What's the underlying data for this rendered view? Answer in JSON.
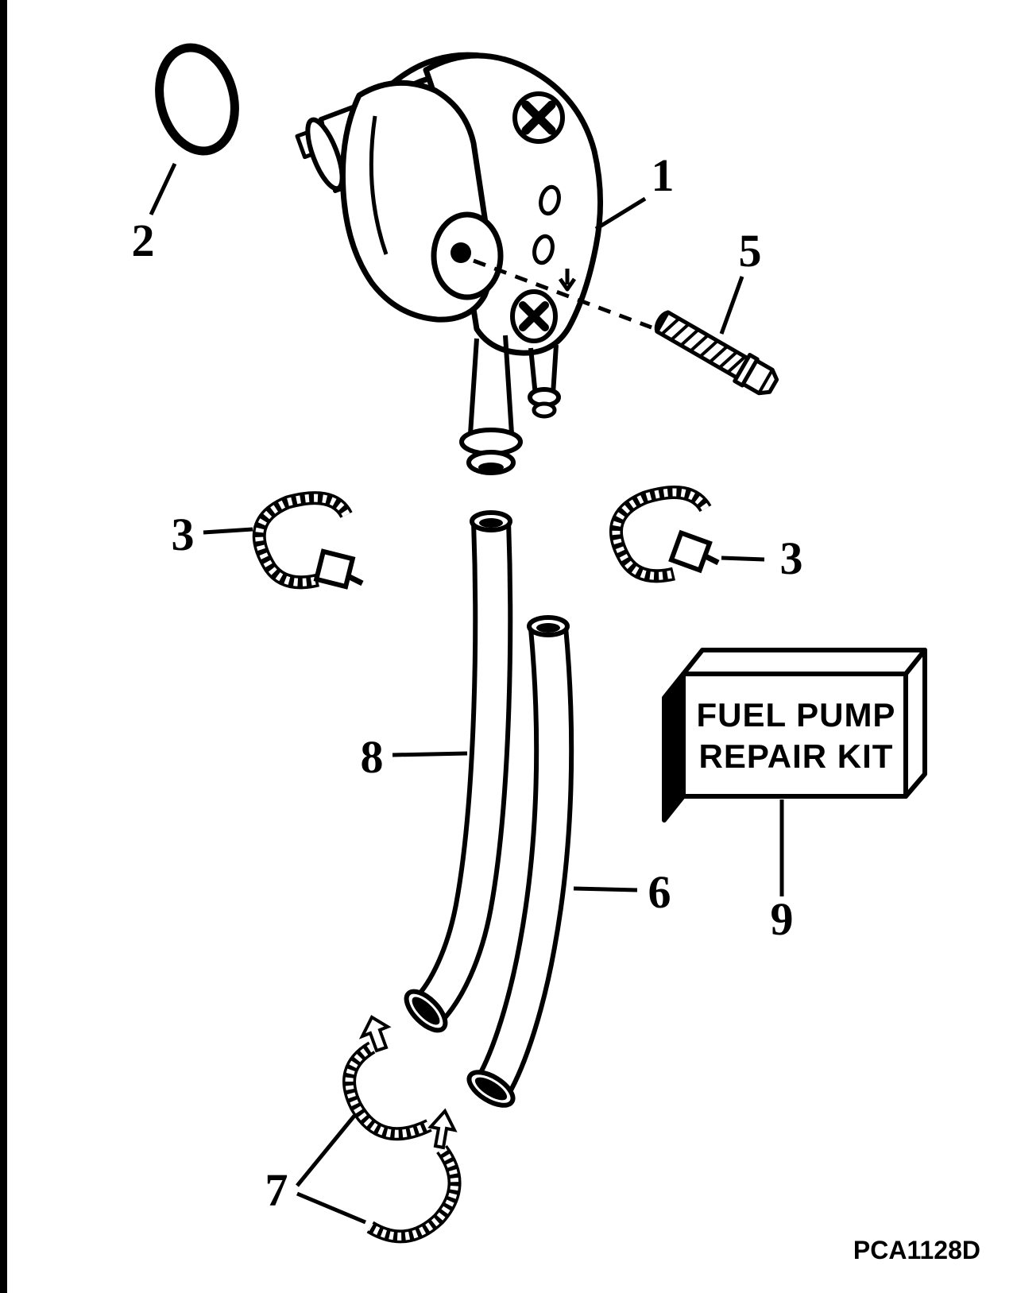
{
  "diagram": {
    "type": "exploded-parts-diagram",
    "subject": "fuel pump",
    "colors": {
      "ink": "#000000",
      "paper": "#ffffff"
    },
    "labels": {
      "pump_assembly": "1",
      "o_ring": "2",
      "cable_tie": "3",
      "bolt": "5",
      "hose_front": "6",
      "clamp": "7",
      "hose_rear": "8",
      "repair_kit": "9"
    },
    "kit_box": {
      "line1": "FUEL PUMP",
      "line2": "REPAIR KIT"
    },
    "code": "PCA1128D"
  }
}
